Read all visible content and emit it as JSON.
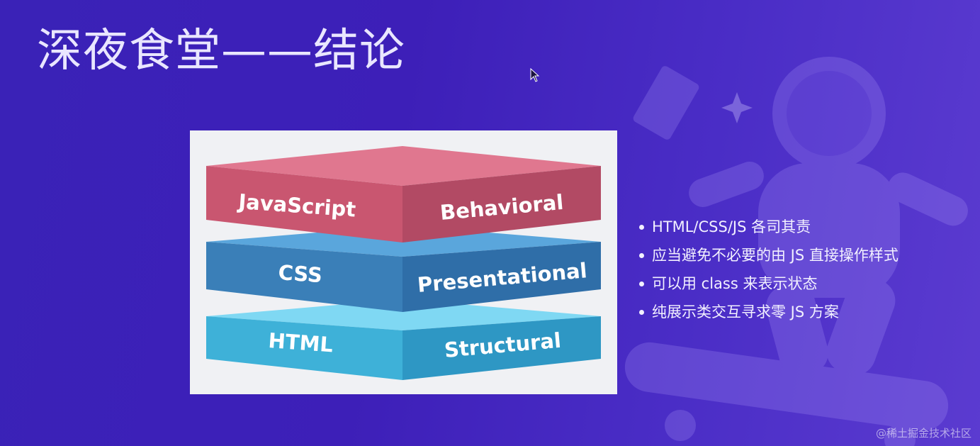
{
  "slide": {
    "title": "深夜食堂——结论"
  },
  "figure": {
    "layers": [
      {
        "tech": "JavaScript",
        "role": "Behavioral",
        "color": "#d9627e"
      },
      {
        "tech": "CSS",
        "role": "Presentational",
        "color": "#3f86c2"
      },
      {
        "tech": "HTML",
        "role": "Structural",
        "color": "#43b8e0"
      }
    ]
  },
  "bullets": [
    "HTML/CSS/JS 各司其责",
    "应当避免不必要的由 JS 直接操作样式",
    "可以用 class 来表示状态",
    "纯展示类交互寻求零 JS 方案"
  ],
  "watermark": "@稀土掘金技术社区",
  "colors": {
    "background": "#3d1fb8",
    "text": "#f2f0ff"
  }
}
